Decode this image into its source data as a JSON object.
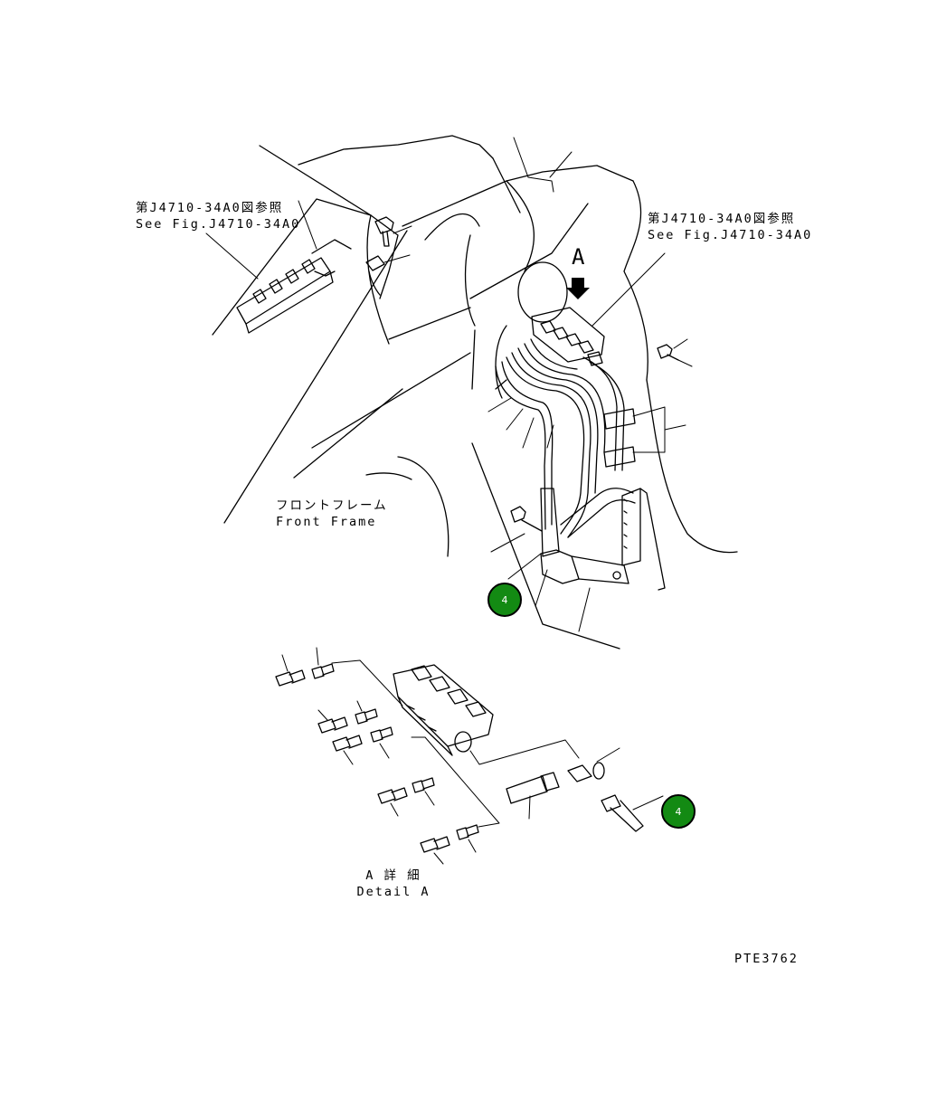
{
  "labels": {
    "ref_left_jp": "第J4710-34A0図参照",
    "ref_left_en": "See Fig.J4710-34A0",
    "ref_right_jp": "第J4710-34A0図参照",
    "ref_right_en": "See Fig.J4710-34A0",
    "view_arrow": "A",
    "frame_jp": "フロントフレーム",
    "frame_en": "Front Frame",
    "detail_jp": "A 詳 細",
    "detail_en": "Detail A",
    "drawing_no": "PTE3762"
  },
  "callouts": [
    {
      "label": "4"
    },
    {
      "label": "4"
    }
  ],
  "colors": {
    "callout_fill": "#138a13",
    "line": "#000000"
  }
}
